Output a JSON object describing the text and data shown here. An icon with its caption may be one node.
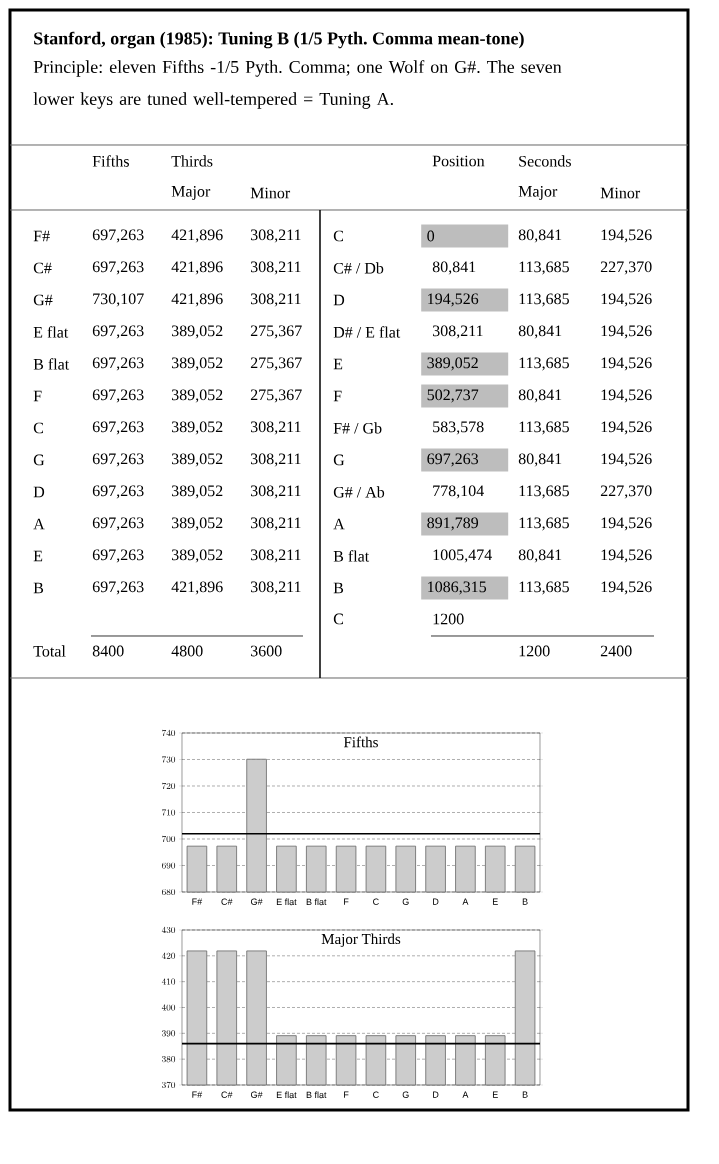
{
  "diagram": {
    "title": "Stanford, organ (1985): Tuning B (1/5 Pyth. Comma mean-tone)",
    "nodes": [
      {
        "text": [
          "0"
        ]
      },
      {
        "text": [
          "194,526"
        ]
      },
      {
        "text": [
          "389,052"
        ]
      },
      {
        "text": [
          "502,737"
        ]
      },
      {
        "text": [
          "697,263"
        ]
      },
      {
        "text": [
          "891,789"
        ]
      },
      {
        "text": [
          "1086,315"
        ]
      }
    ],
    "edges": [],
    "labels": [
      "Principle: eleven Fifths -1/5 Pyth. Comma; one Wolf on G#. The seven lower keys are tuned well-tempered = Tuning A.",
      "Fifths",
      "Thirds",
      "Position",
      "Seconds",
      "Major",
      "Minor",
      "Major",
      "Minor",
      "F#",
      "697,263",
      "421,896",
      "308,211",
      "C",
      "80,841",
      "194,526",
      "C#",
      "697,263",
      "421,896",
      "308,211",
      "C# / Db",
      "80,841",
      "113,685",
      "227,370",
      "G#",
      "730,107",
      "421,896",
      "308,211",
      "D",
      "113,685",
      "194,526",
      "E flat",
      "697,263",
      "389,052",
      "275,367",
      "D# / E flat",
      "308,211",
      "80,841",
      "194,526",
      "B flat",
      "697,263",
      "389,052",
      "275,367",
      "E",
      "113,685",
      "194,526",
      "F",
      "697,263",
      "389,052",
      "275,367",
      "F",
      "80,841",
      "194,526",
      "C",
      "697,263",
      "389,052",
      "308,211",
      "F# / Gb",
      "583,578",
      "113,685",
      "194,526",
      "G",
      "697,263",
      "389,052",
      "308,211",
      "G",
      "80,841",
      "194,526",
      "D",
      "697,263",
      "389,052",
      "308,211",
      "G# / Ab",
      "778,104",
      "113,685",
      "227,370",
      "A",
      "697,263",
      "389,052",
      "308,211",
      "A",
      "113,685",
      "194,526",
      "E",
      "697,263",
      "389,052",
      "308,211",
      "B flat",
      "1005,474",
      "80,841",
      "194,526",
      "B",
      "697,263",
      "421,896",
      "308,211",
      "B",
      "113,685",
      "194,526",
      "C",
      "1200",
      "Total",
      "8400",
      "4800",
      "3600",
      "1200",
      "2400"
    ],
    "chart_data": [
      {
        "type": "bar",
        "title": "Fifths",
        "categories": [
          "F#",
          "C#",
          "G#",
          "E flat",
          "B flat",
          "F",
          "C",
          "G",
          "D",
          "A",
          "E",
          "B"
        ],
        "series": [
          {
            "color": "#cccccc",
            "values": [
              697.3,
              697.3,
              730.1,
              697.3,
              697.3,
              697.3,
              697.3,
              697.3,
              697.3,
              697.3,
              697.3,
              697.3
            ]
          }
        ],
        "ylim": [
          680,
          740
        ],
        "yticks": [
          680,
          690,
          700,
          710,
          720,
          730,
          740
        ],
        "grid": true,
        "ref_lines": [
          {
            "axis": "y",
            "value": 702
          }
        ]
      },
      {
        "type": "bar",
        "title": "Major Thirds",
        "categories": [
          "F#",
          "C#",
          "G#",
          "E flat",
          "B flat",
          "F",
          "C",
          "G",
          "D",
          "A",
          "E",
          "B"
        ],
        "series": [
          {
            "color": "#cccccc",
            "values": [
              421.9,
              421.9,
              421.9,
              389.1,
              389.1,
              389.1,
              389.1,
              389.1,
              389.1,
              389.1,
              389.1,
              421.9
            ]
          }
        ],
        "ylim": [
          370,
          430
        ],
        "yticks": [
          370,
          380,
          390,
          400,
          410,
          420,
          430
        ],
        "grid": true,
        "ref_lines": [
          {
            "axis": "y",
            "value": 386
          }
        ]
      }
    ]
  }
}
